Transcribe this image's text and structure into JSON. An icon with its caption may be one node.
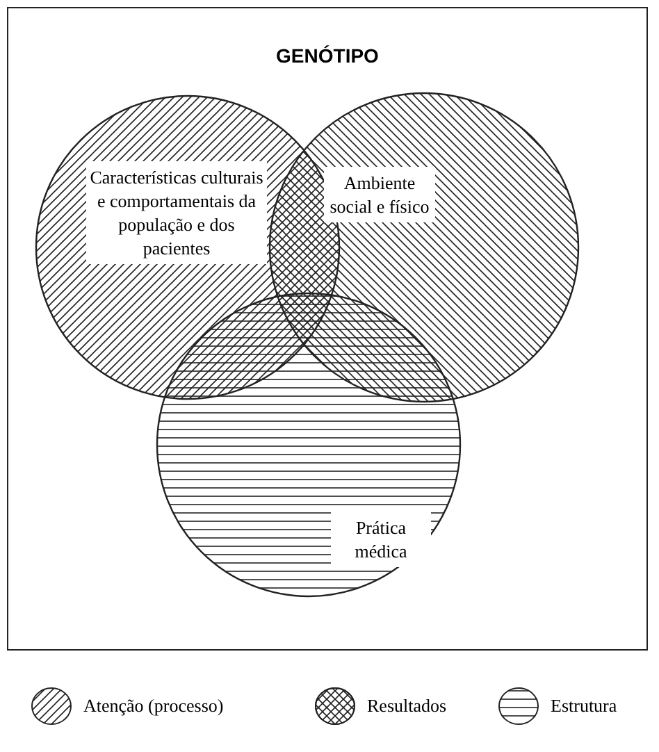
{
  "diagram": {
    "nodes": [
      {
        "text": [
          "GENÓTIPO"
        ]
      },
      {
        "text": [
          "Características culturais e comportamentais da população e dos pacientes"
        ],
        "in": 0
      },
      {
        "text": [
          "Ambiente social e físico"
        ],
        "in": 0
      },
      {
        "text": [
          "Prática médica"
        ],
        "in": 0
      }
    ],
    "edges": [],
    "legend": [
      {
        "text": "Atenção (processo)"
      },
      {
        "text": "Resultados"
      },
      {
        "text": "Estrutura"
      }
    ]
  }
}
